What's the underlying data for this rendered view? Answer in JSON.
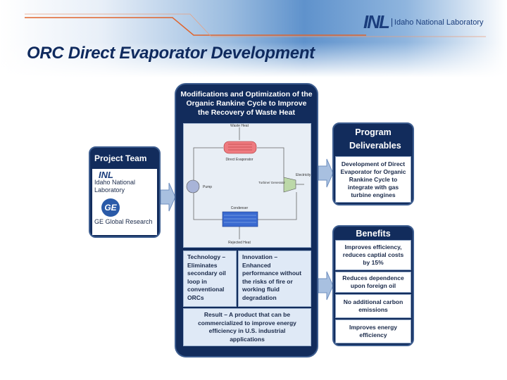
{
  "header": {
    "title": "ORC Direct Evaporator Development",
    "logo_text": "Idaho National Laboratory",
    "logo_mark": "INL"
  },
  "center": {
    "heading": "Modifications and Optimization of the Organic Rankine Cycle to Improve the Recovery of Waste Heat",
    "diagram": {
      "waste_heat": "Waste Heat",
      "evaporator": "Direct Evaporator",
      "pump": "Pump",
      "turbine": "Turbine/ Generator",
      "electricity": "Electricity",
      "condenser": "Condenser",
      "rejected_heat": "Rejected Heat"
    },
    "technology": "Technology – Eliminates secondary oil loop in conventional ORCs",
    "innovation": "Innovation – Enhanced performance without the risks of fire or working fluid degradation",
    "result": "Result – A product that can be commercialized to improve energy efficiency in U.S. industrial applications"
  },
  "project_team": {
    "title": "Project Team",
    "inl_mark": "INL",
    "inl_name": "Idaho National Laboratory",
    "ge_mark": "GE",
    "ge_name": "GE Global Research"
  },
  "deliverables": {
    "title": "Program Deliverables",
    "text": "Development of Direct Evaporator for Organic Rankine Cycle to integrate with gas turbine engines"
  },
  "benefits": {
    "title": "Benefits",
    "items": [
      "Improves efficiency, reduces captial costs by 15%",
      "Reduces dependence upon foreign oil",
      "No additional carbon emissions",
      "Improves energy efficiency"
    ]
  },
  "colors": {
    "navy": "#122c5c",
    "accent_orange": "#e0642c"
  }
}
